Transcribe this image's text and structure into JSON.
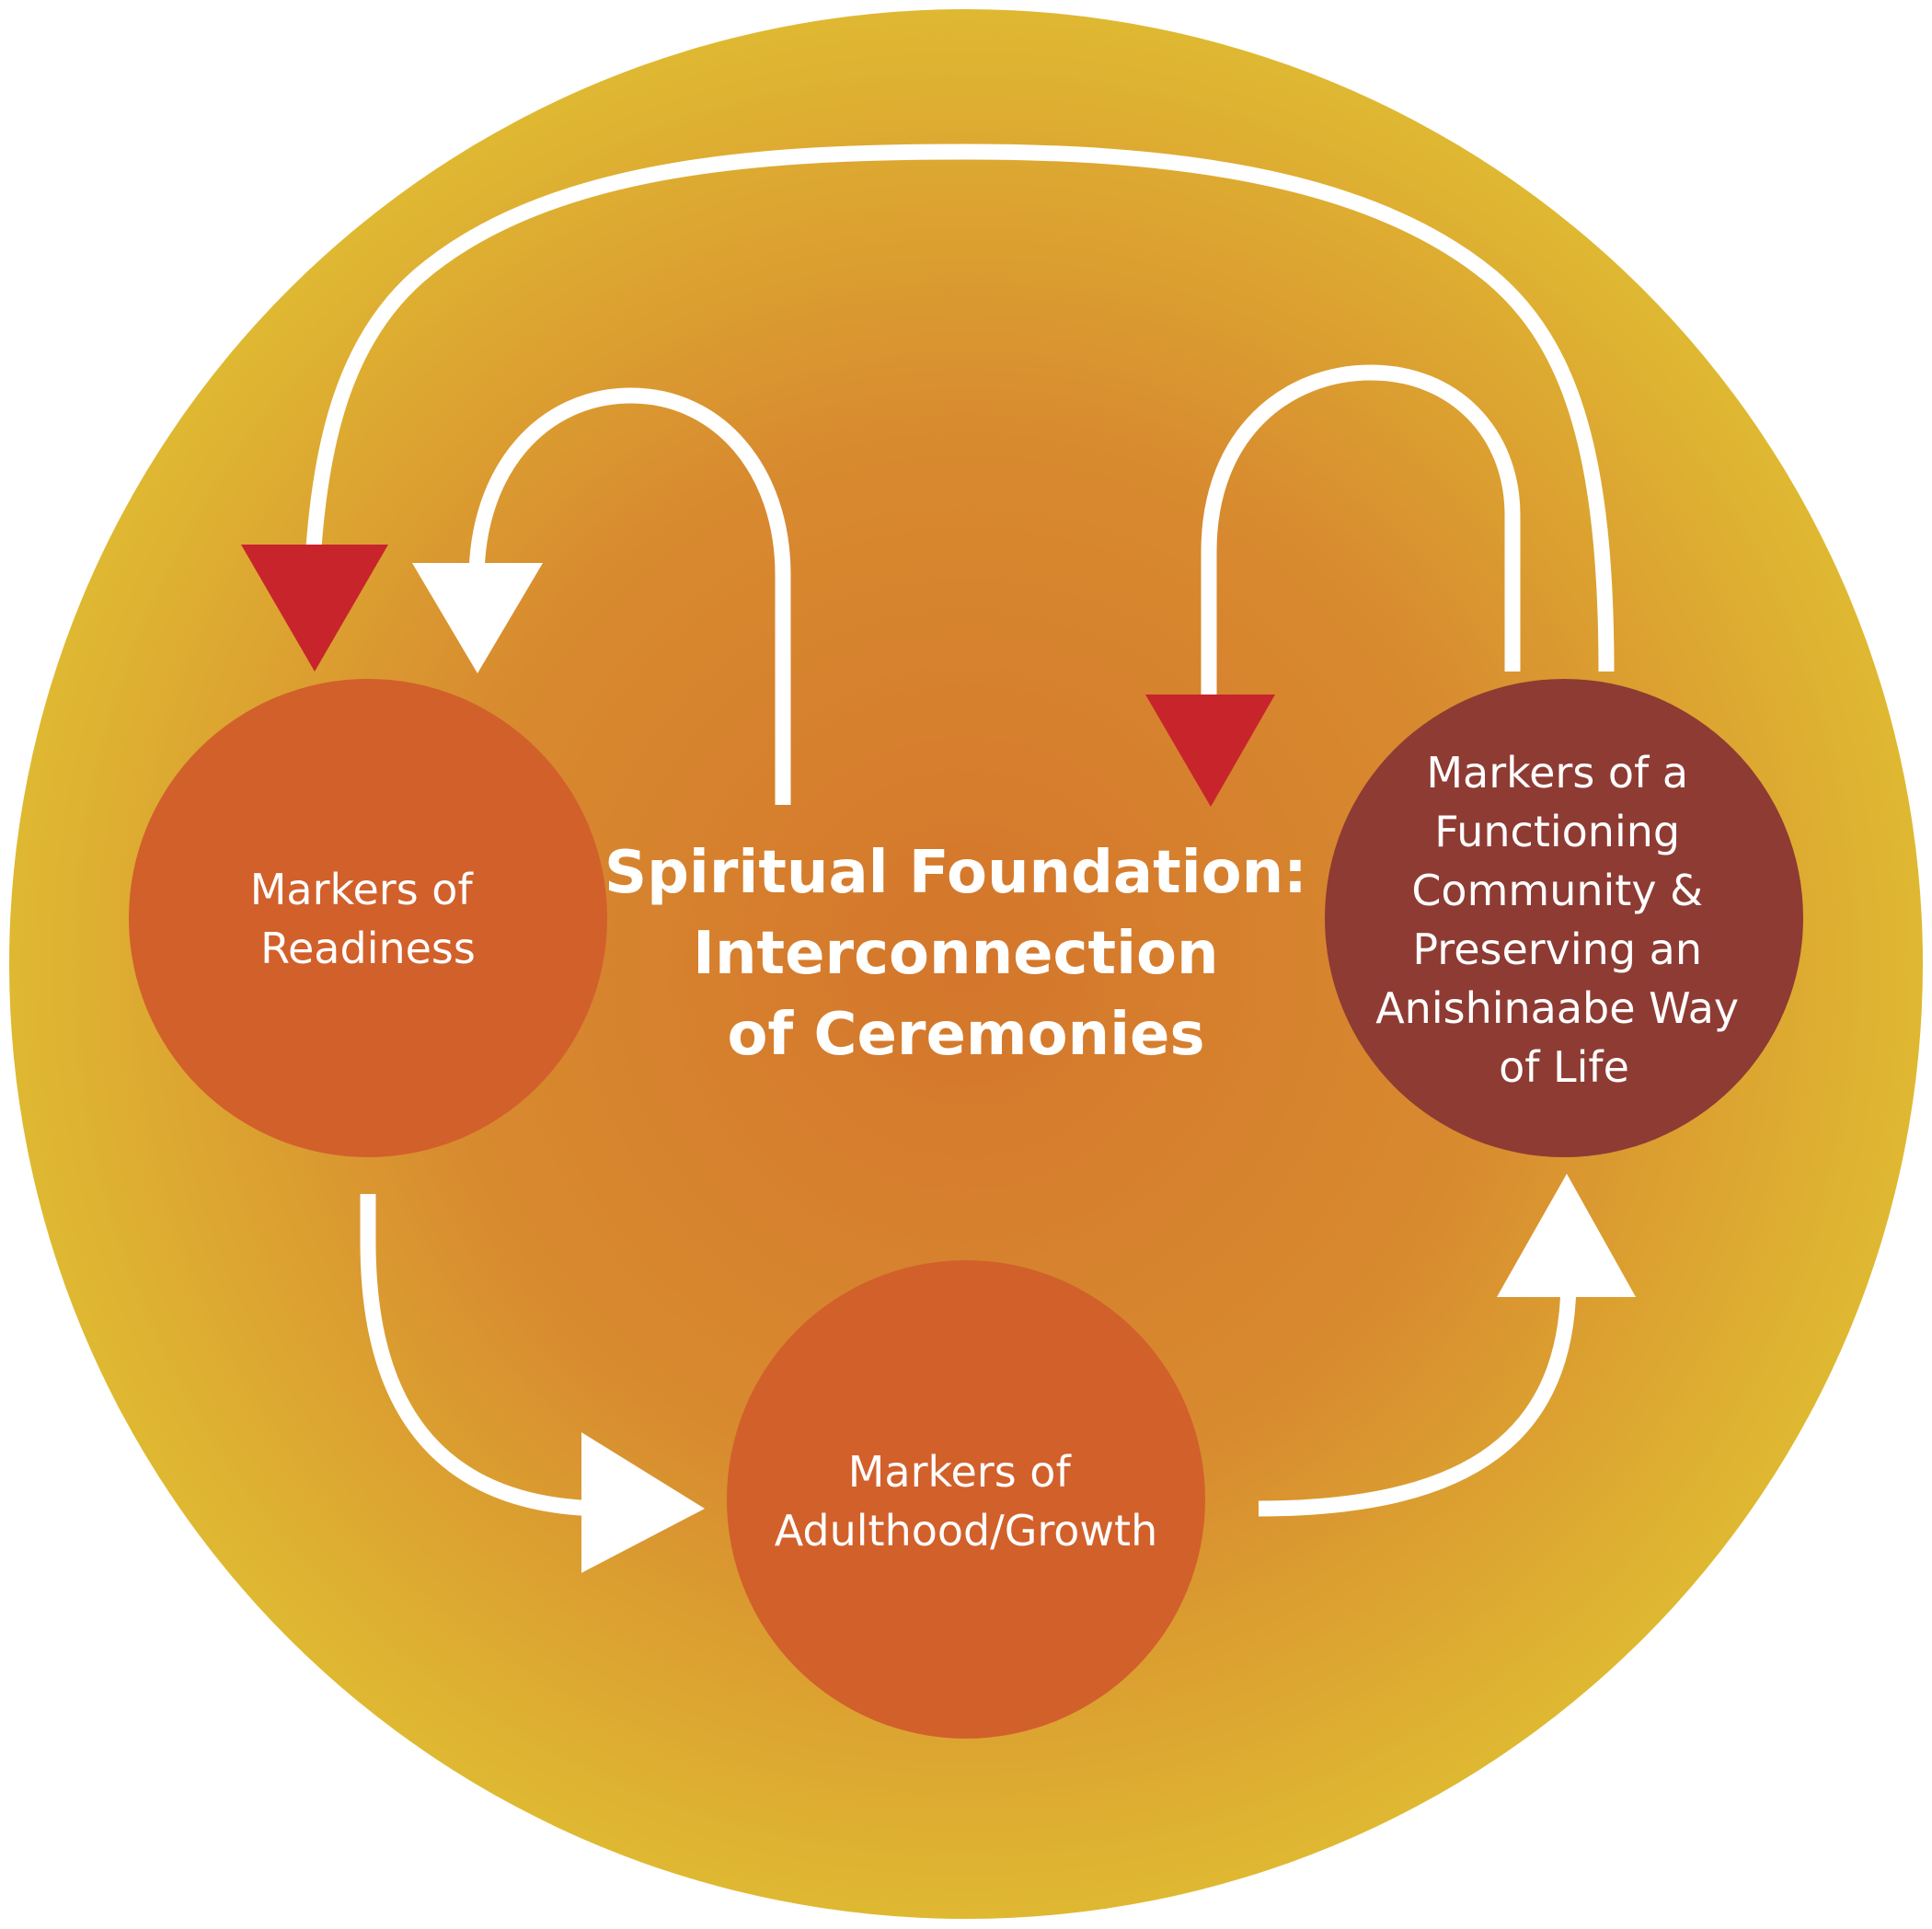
{
  "center_title": {
    "lines": [
      "Spiritual Foundation:",
      "Interconnection",
      "of Ceremonies"
    ]
  },
  "nodes": {
    "readiness": {
      "lines": [
        "Markers of",
        "Readiness"
      ]
    },
    "adulthood": {
      "lines": [
        "Markers of",
        "Adulthood/Growth"
      ]
    },
    "community": {
      "lines": [
        "Markers of a",
        "Functioning",
        "Community &",
        "Preserving an",
        "Anishinaabe Way",
        "of Life"
      ]
    }
  },
  "colors": {
    "outer_edge": "#dfb832",
    "outer_center": "#d4762c",
    "node_orange": "#d2602b",
    "node_maroon": "#8e3b33",
    "arrow_white": "#ffffff",
    "arrowhead_red": "#c8242c"
  }
}
